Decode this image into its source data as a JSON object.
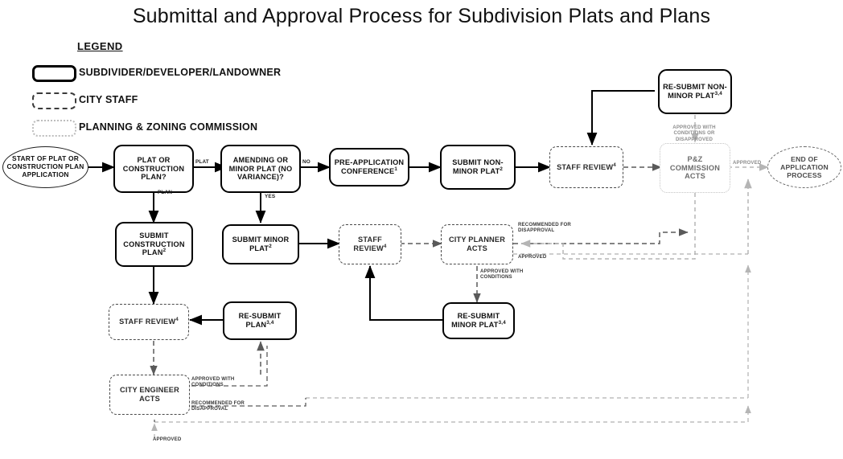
{
  "title": "Submittal and Approval Process for Subdivision Plats and Plans",
  "legend": {
    "heading": "LEGEND",
    "items": [
      {
        "style": "solid",
        "label": "SUBDIVIDER/DEVELOPER/LANDOWNER"
      },
      {
        "style": "dashed",
        "label": "CITY STAFF"
      },
      {
        "style": "dotted",
        "label": "PLANNING & ZONING COMMISSION"
      }
    ]
  },
  "nodes": {
    "start": "START OF PLAT OR CONSTRUCTION PLAN APPLICATION",
    "plat_or_plan": "PLAT OR CONSTRUCTION PLAN?",
    "amending_or_minor": "AMENDING OR MINOR PLAT (NO VARIANCE)?",
    "pre_application": "PRE-APPLICATION CONFERENCE",
    "pre_application_sup": "1",
    "submit_non_minor": "SUBMIT NON-MINOR PLAT",
    "submit_non_minor_sup": "2",
    "staff_review_top": "STAFF REVIEW",
    "staff_review_top_sup": "4",
    "resubmit_non_minor": "RE-SUBMIT NON-MINOR PLAT",
    "resubmit_non_minor_sup": "3,4",
    "pz_commission": "P&Z COMMISSION ACTS",
    "end": "END OF APPLICATION PROCESS",
    "submit_construction_plan": "SUBMIT CONSTRUCTION PLAN",
    "submit_construction_plan_sup": "2",
    "submit_minor_plat": "SUBMIT MINOR PLAT",
    "submit_minor_plat_sup": "2",
    "staff_review_mid": "STAFF REVIEW",
    "staff_review_mid_sup": "4",
    "city_planner_acts": "CITY PLANNER ACTS",
    "resubmit_minor_plat": "RE-SUBMIT MINOR PLAT",
    "resubmit_minor_plat_sup": "3,4",
    "staff_review_low": "STAFF REVIEW",
    "staff_review_low_sup": "4",
    "resubmit_plan": "RE-SUBMIT PLAN",
    "resubmit_plan_sup": "3,4",
    "city_engineer_acts": "CITY ENGINEER ACTS"
  },
  "edge_labels": {
    "plat": "PLAT",
    "plan": "PLAN",
    "no": "NO",
    "yes": "YES",
    "approved_with_conditions_or_disapproved": "APPROVED WITH\nCONDITIONS OR\nDISAPPROVED",
    "approved_pz": "APPROVED",
    "recommended_for_disapproval_planner": "RECOMMENDED FOR\nDISAPPROVAL",
    "approved_planner": "APPROVED",
    "approved_with_conditions_planner": "APPROVED WITH\nCONDITIONS",
    "approved_with_conditions_engineer": "APPROVED WITH\nCONDITIONS",
    "recommended_for_disapproval_engineer": "RECOMMENDED FOR\nDISAPPROVAL",
    "approved_engineer": "APPROVED"
  },
  "colors": {
    "solid_stroke": "#000000",
    "dashed_stroke": "#4a4a4a",
    "dotted_stroke": "#c2c2c2",
    "background": "#ffffff"
  }
}
